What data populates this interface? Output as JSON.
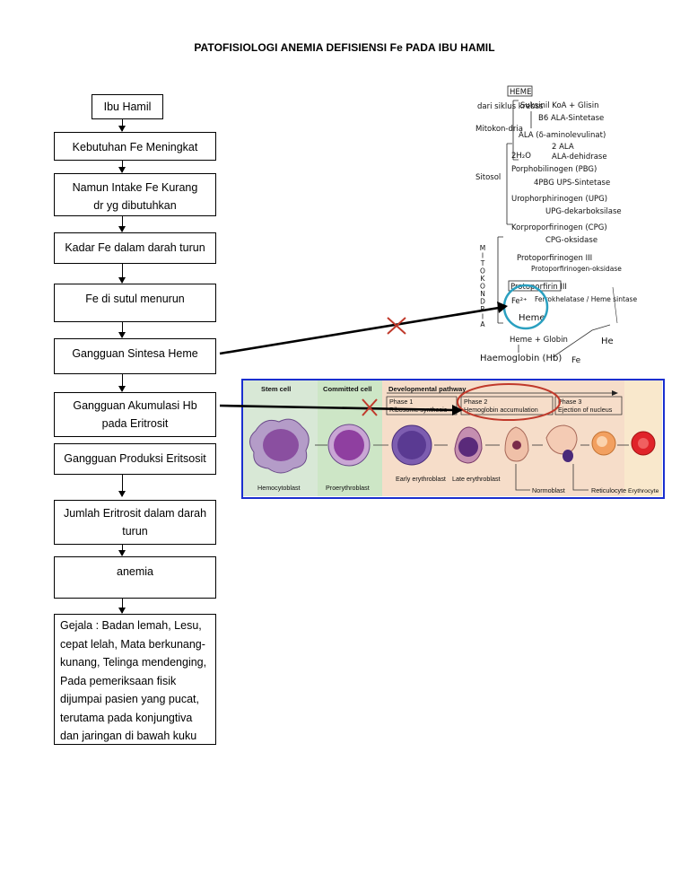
{
  "title": "PATOFISIOLOGI ANEMIA DEFISIENSI Fe PADA IBU HAMIL",
  "flow": [
    "Ibu Hamil",
    "Kebutuhan Fe Meningkat",
    "Namun Intake Fe Kurang dr yg dibutuhkan",
    "Kadar Fe dalam darah turun",
    "Fe di sutul menurun",
    "Gangguan Sintesa Heme",
    "Gangguan Akumulasi Hb pada Eritrosit",
    "Gangguan Produksi Eritsosit",
    "Jumlah Eritrosit dalam darah turun",
    "anemia",
    "Gejala : Badan lemah, Lesu, cepat lelah, Mata berkunang-kunang, Telinga mendenging, Pada pemeriksaan fisik dijumpai pasien yang pucat, terutama pada konjungtiva dan jaringan di bawah kuku"
  ],
  "heme_notes": {
    "heme": "HEME",
    "sources": "dari siklus krebss",
    "mito1": "Mitokon-dria",
    "step1": "Suksinil KoA + Glisin",
    "enz1": "B6 ALA-Sintetase",
    "prod1": "ALA (δ-aminolevulinat)",
    "left2": "2H₂O",
    "right2": "2 ALA",
    "enz2": "ALA-dehidrase",
    "sitosol": "Sitosol",
    "prod2": "Porphobilinogen (PBG)",
    "enz3": "4PBG UPS-Sintetase",
    "prod3": "Urophorphirinogen (UPG)",
    "enz4": "UPG-dekarboksilase",
    "prod4": "Korproporfirinogen (CPG)",
    "mito2": "MITOKONDRIA",
    "enz5": "CPG-oksidase",
    "prod5": "Protoporfirinogen III",
    "enz6": "Protoporfirinogen-oksidase",
    "prod6": "Protoporfirin III",
    "fe": "Fe²⁺",
    "enz7": "Ferrokhelatase / Heme sintase",
    "heme2": "Heme",
    "step_hb": "Heme + Globin",
    "hb": "Haemoglobin (Hb)",
    "side_he": "He",
    "side_fe": "Fe"
  },
  "cell_panel": {
    "col_stem": "Stem cell",
    "col_committed": "Committed cell",
    "col_dev": "Developmental pathway",
    "phase1_title": "Phase 1",
    "phase1_desc": "Ribosome synthesis",
    "phase2_title": "Phase 2",
    "phase2_desc": "Hemoglobin accumulation",
    "phase3_title": "Phase 3",
    "phase3_desc": "Ejection of nucleus",
    "cells": [
      "Hemocytoblast",
      "Proerythroblast",
      "Early erythroblast",
      "Late erythroblast",
      "Normoblast",
      "Reticulocyte",
      "Erythrocyte"
    ]
  },
  "colors": {
    "panel_border": "#1a2fcf",
    "cross": "#c0392b",
    "circle_teal": "#2aa0c0",
    "circle_red": "#c0392b",
    "stem_bg": "#d8e8d6",
    "committed_bg": "#cde6c6",
    "dev_bg": "#f6ddc9",
    "final_bg": "#f9e8cc"
  }
}
